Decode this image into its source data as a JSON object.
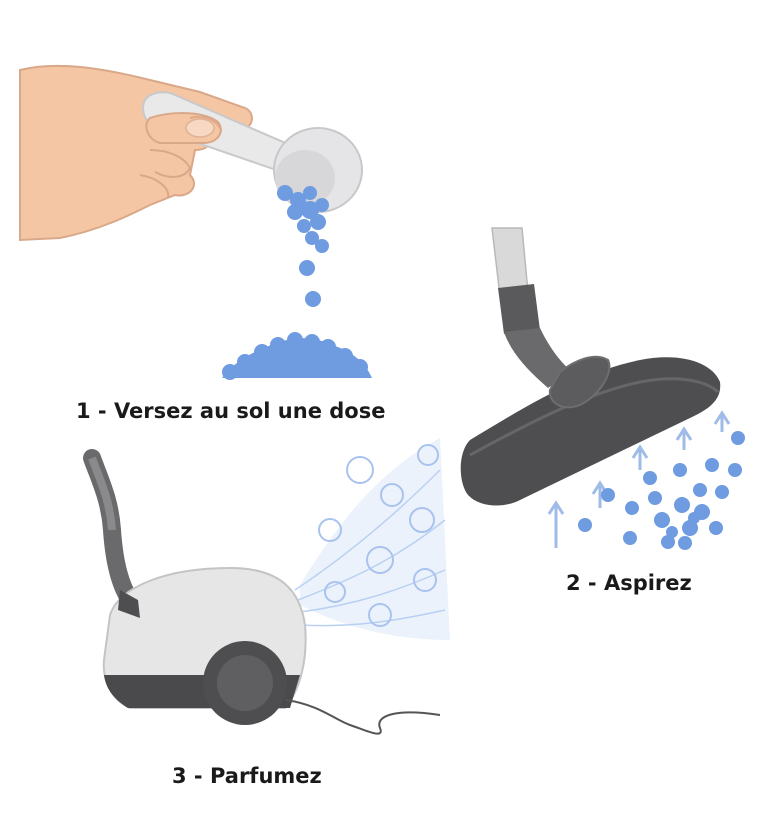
{
  "steps": [
    {
      "label": "1 - Versez au sol une dose",
      "icon": "hand-pouring-scoop-icon"
    },
    {
      "label": "2 - Aspirez",
      "icon": "vacuum-floor-nozzle-icon"
    },
    {
      "label": "3 - Parfumez",
      "icon": "canister-vacuum-icon"
    }
  ],
  "colors": {
    "granules": "#6f9be0",
    "skin": "#f4c6a4",
    "nozzle": "#4e4e50",
    "vacuum_body": "#e6e6e6",
    "scent": "#b9d0f2",
    "text": "#1a1a1a"
  }
}
